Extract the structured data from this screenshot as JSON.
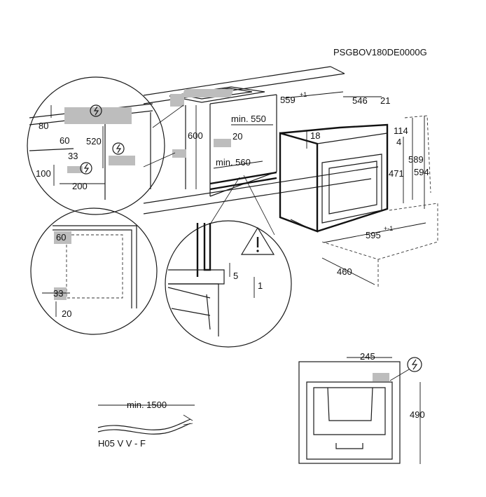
{
  "model_code": "PSGBOV180DE0000G",
  "niche_dims": {
    "d559": "559",
    "d559_tol": "+1",
    "d546": "546",
    "d21": "21",
    "d18": "18",
    "d114": "114",
    "d4": "4",
    "d589": "589",
    "d594": "594",
    "d471": "471",
    "d595": "595",
    "d595_tol": "+-1",
    "d460": "460",
    "min550": "min. 550",
    "d20": "20",
    "min560": "min. 560",
    "d600": "600"
  },
  "detail_top_left": {
    "d80": "80",
    "d60": "60",
    "d520": "520",
    "d33": "33",
    "d100": "100",
    "d200": "200"
  },
  "detail_bottom_left": {
    "d60": "60",
    "d33": "33",
    "d20": "20"
  },
  "detail_center": {
    "d5": "5",
    "d1": "1"
  },
  "cable": {
    "length": "min. 1500",
    "type": "H05 V V - F"
  },
  "front_view": {
    "d245": "245",
    "d490": "490"
  },
  "icons": [
    "electric-connection-icon",
    "warning-triangle-icon"
  ]
}
